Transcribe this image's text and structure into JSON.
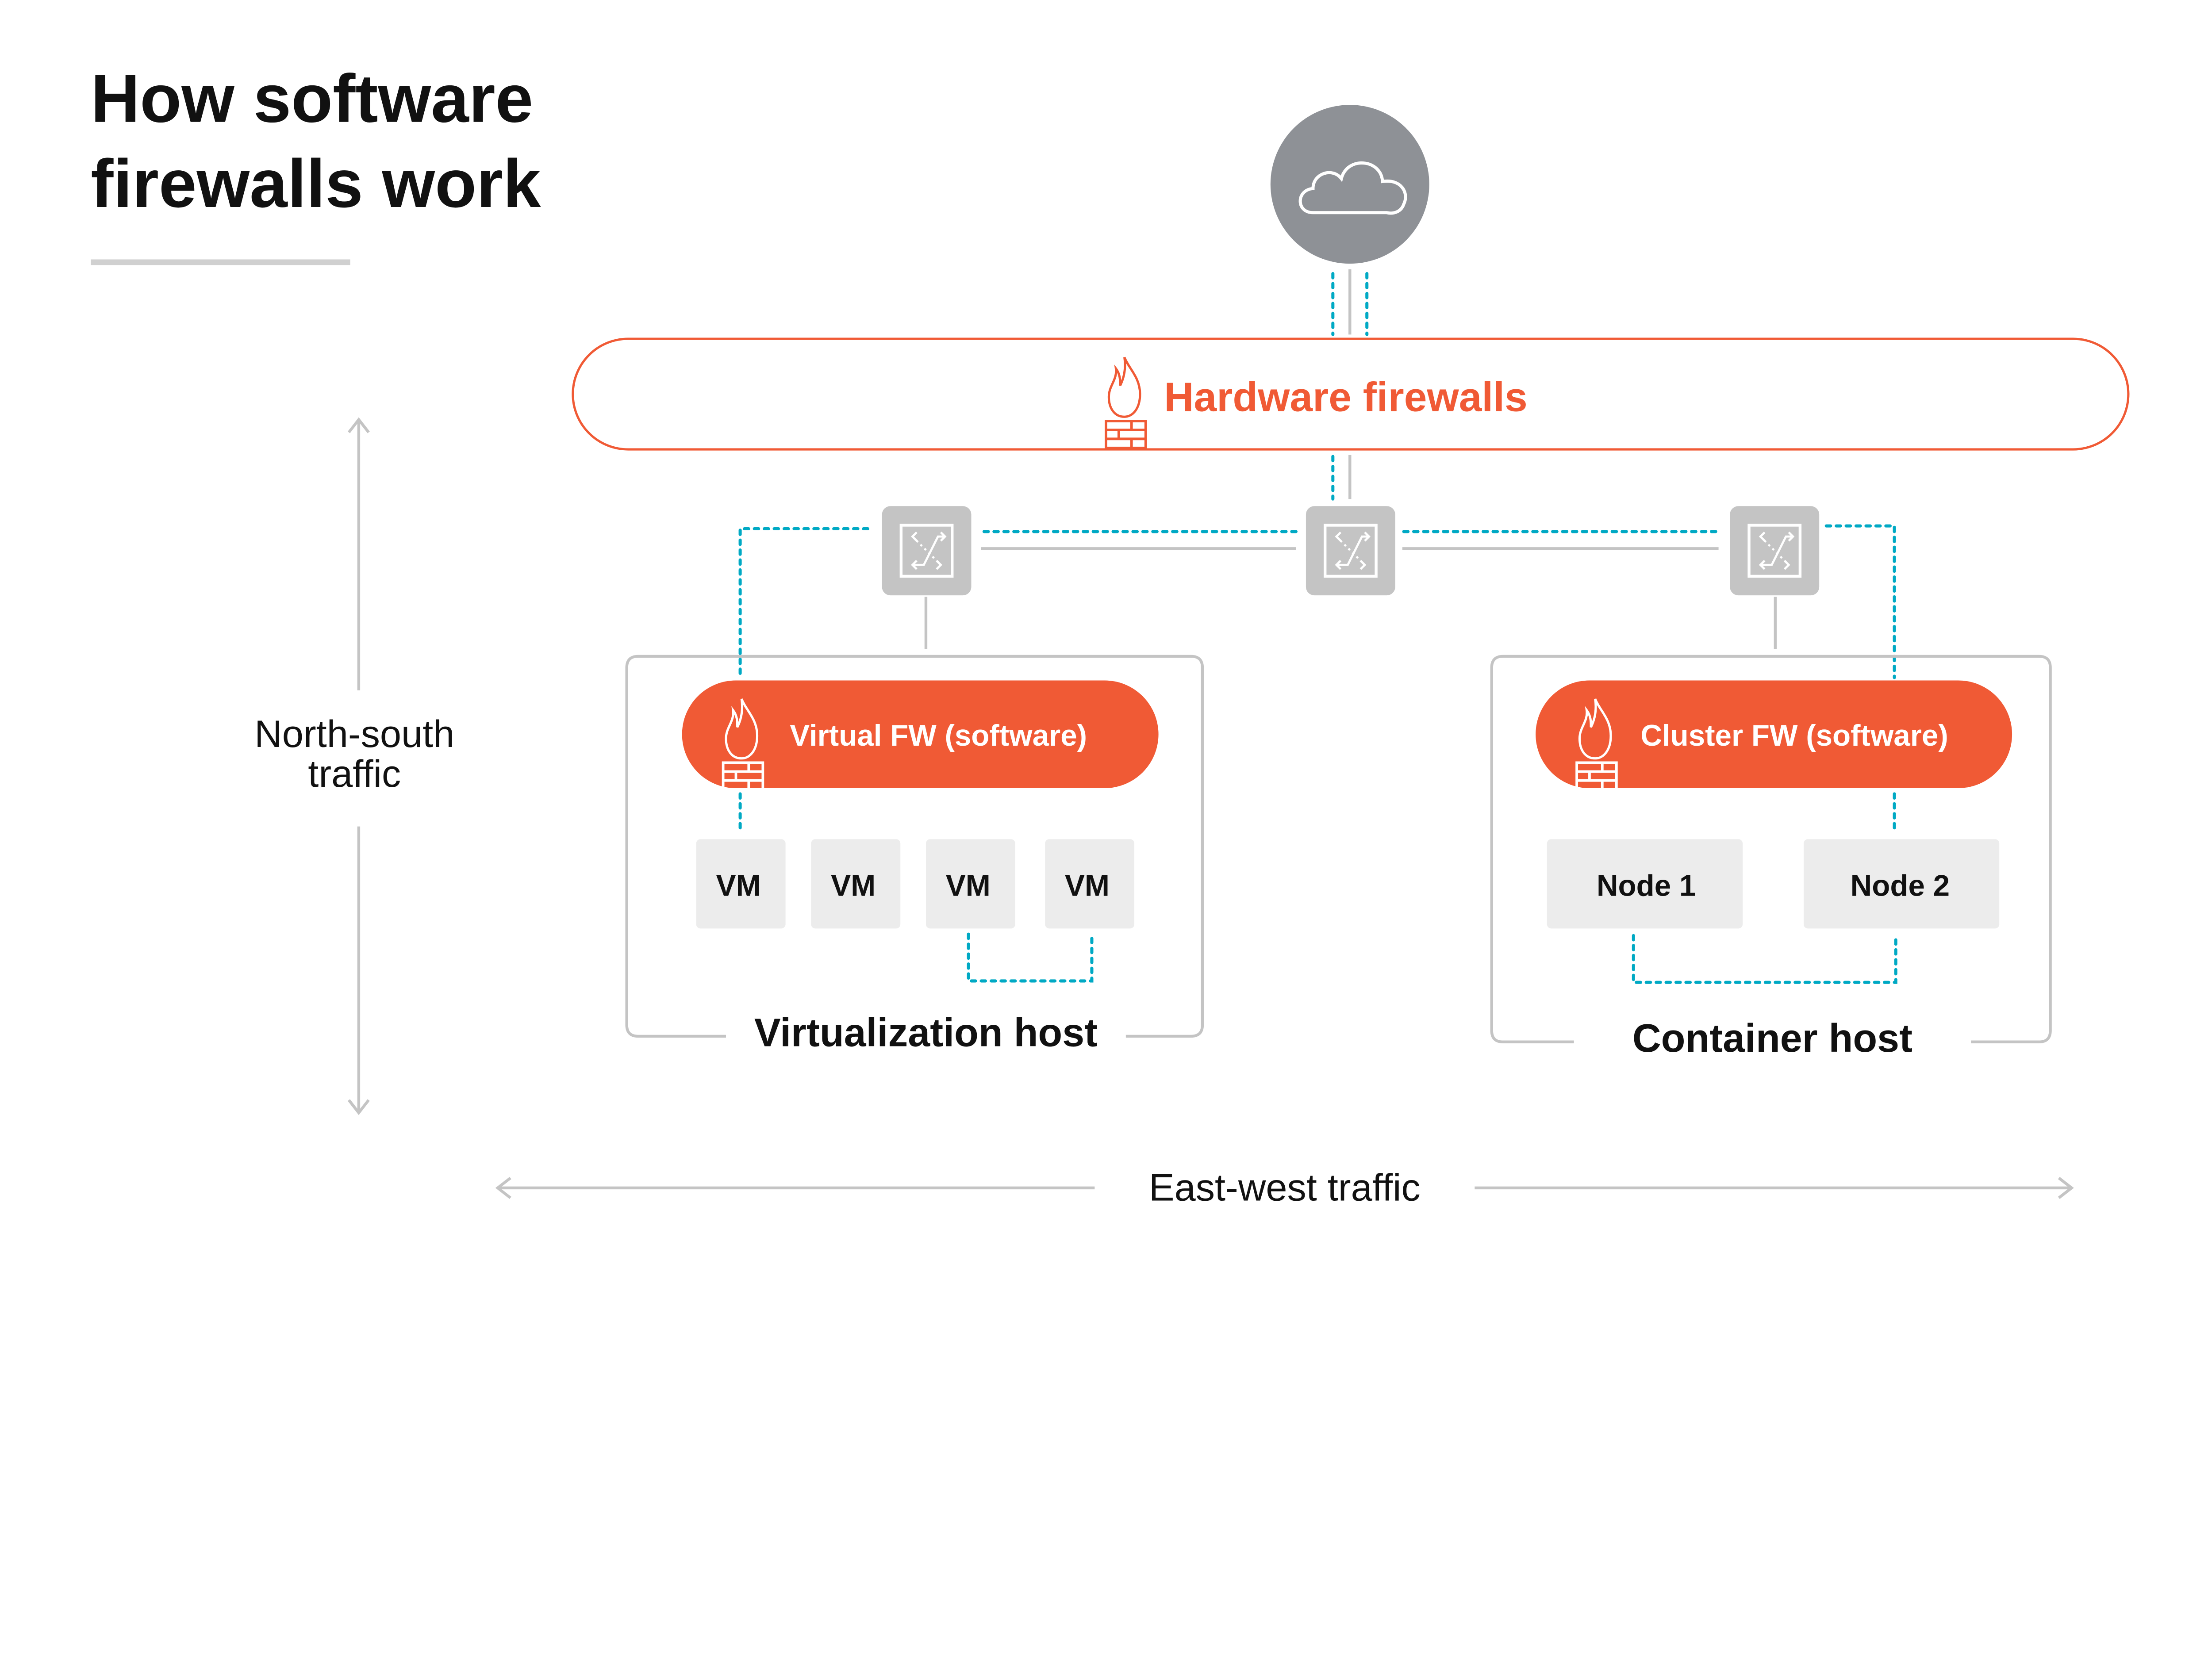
{
  "title": {
    "line1": "How software",
    "line2": "firewalls work"
  },
  "colors": {
    "accent": "#f05a35",
    "teal_link": "#00a9c4",
    "switch_gray": "#c4c4c4",
    "cloud_gray": "#8e9196",
    "box_fill": "#ececec"
  },
  "internet": {
    "icon": "cloud-icon"
  },
  "hardware": {
    "label": "Hardware firewalls",
    "icon": "firewall-icon"
  },
  "switches": {
    "icon": "network-switch-icon",
    "count": 3
  },
  "virtualization_host": {
    "label": "Virtualization host",
    "firewall_label": "Virtual FW (software)",
    "vms": [
      "VM",
      "VM",
      "VM",
      "VM"
    ]
  },
  "container_host": {
    "label": "Container host",
    "firewall_label": "Cluster FW (software)",
    "nodes": [
      "Node 1",
      "Node 2"
    ]
  },
  "axes": {
    "north_south": {
      "line1": "North-south",
      "line2": "traffic"
    },
    "east_west": "East-west traffic"
  }
}
